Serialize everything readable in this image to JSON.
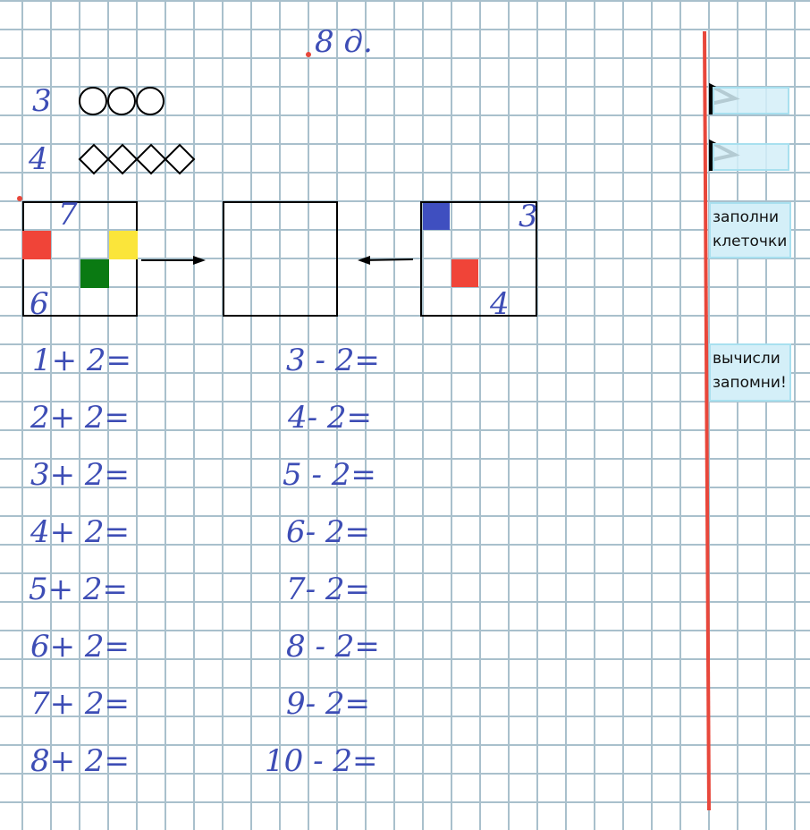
{
  "title": "8 д.",
  "counting": [
    {
      "number": "3",
      "shape": "circle",
      "count": 3
    },
    {
      "number": "4",
      "shape": "diamond",
      "count": 4
    }
  ],
  "box_left": {
    "top_number": "7",
    "bottom_number": "6",
    "colors": {
      "red": "#f04438",
      "yellow": "#fbe53a",
      "green": "#0a7a12"
    }
  },
  "box_right": {
    "top_number": "3",
    "bottom_number": "4",
    "colors": {
      "blue": "#3f4fc0",
      "red": "#f04438"
    }
  },
  "addition": [
    "1+ 2=",
    "2+ 2=",
    "3+ 2=",
    "4+ 2=",
    "5+ 2=",
    "6+ 2=",
    "7+ 2=",
    "8+ 2="
  ],
  "subtraction": [
    "3 - 2=",
    "4- 2=",
    "5 - 2=",
    "6- 2=",
    "7- 2=",
    "8 - 2=",
    "9- 2=",
    "10 - 2="
  ],
  "side_labels": {
    "fill_cells": "заполни клеточки",
    "compute": "вычисли запомни!"
  },
  "colors": {
    "ink": "#3d4db5",
    "margin": "#e8473b",
    "grid": "#a9c0cc"
  }
}
